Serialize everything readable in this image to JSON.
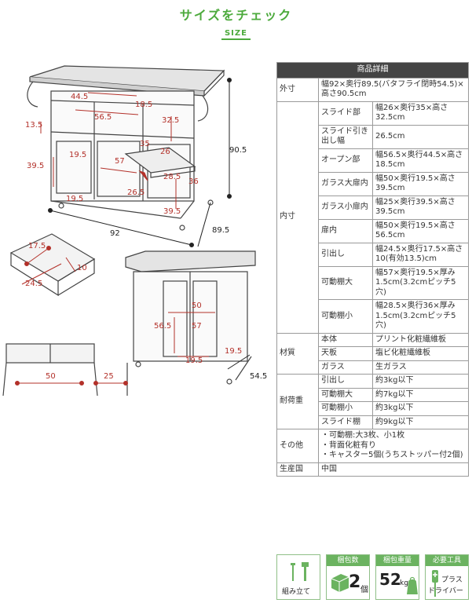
{
  "header": {
    "title": "サイズをチェック",
    "subtitle": "SIZE"
  },
  "diagram": {
    "main": {
      "total_width": "92",
      "total_depth": "89.5",
      "total_height": "90.5",
      "top_depth": "44.5",
      "top_height": "18.5",
      "top_width": "56.5",
      "drawer_height": "13.5",
      "slide_height": "32.5",
      "slide_width": "35",
      "slide_depth": "26",
      "glass_large_depth": "19.5",
      "glass_large_height": "39.5",
      "glass_large_width": "57",
      "small_depth": "28.5",
      "small_height": "36",
      "door_width": "26.5",
      "bottom_depth": "19.5",
      "bottom_right_height": "39.5"
    },
    "drawer": {
      "depth": "17.5",
      "height": "10",
      "width": "24.5"
    },
    "front_detail": {
      "width_left": "50",
      "width_right": "25"
    },
    "back": {
      "width": "50",
      "height": "56.5",
      "inner_height": "57",
      "depth_left": "19.5",
      "depth_right": "19.5",
      "total_depth": "54.5"
    }
  },
  "spec": {
    "caption": "商品詳細",
    "outer": {
      "label": "外寸",
      "value": "幅92×奥行89.5(バタフライ閉時54.5)×高さ90.5cm"
    },
    "inner": {
      "label": "内寸",
      "rows": [
        {
          "name": "スライド部",
          "value": "幅26×奥行35×高さ32.5cm"
        },
        {
          "name": "スライド引き出し幅",
          "value": "26.5cm"
        },
        {
          "name": "オープン部",
          "value": "幅56.5×奥行44.5×高さ18.5cm"
        },
        {
          "name": "ガラス大扉内",
          "value": "幅50×奥行19.5×高さ39.5cm"
        },
        {
          "name": "ガラス小扉内",
          "value": "幅25×奥行39.5×高さ39.5cm"
        },
        {
          "name": "扉内",
          "value": "幅50×奥行19.5×高さ56.5cm"
        },
        {
          "name": "引出し",
          "value": "幅24.5×奥行17.5×高さ10(有効13.5)cm"
        },
        {
          "name": "可動棚大",
          "value": "幅57×奥行19.5×厚み1.5cm(3.2cmピッチ5穴)"
        },
        {
          "name": "可動棚小",
          "value": "幅28.5×奥行36×厚み1.5cm(3.2cmピッチ5穴)"
        }
      ]
    },
    "material": {
      "label": "材質",
      "rows": [
        {
          "name": "本体",
          "value": "プリント化粧繊維板"
        },
        {
          "name": "天板",
          "value": "塩ビ化粧繊維板"
        },
        {
          "name": "ガラス",
          "value": "生ガラス"
        }
      ]
    },
    "load": {
      "label": "耐荷重",
      "rows": [
        {
          "name": "引出し",
          "value": "約3kg以下"
        },
        {
          "name": "可動棚大",
          "value": "約7kg以下"
        },
        {
          "name": "可動棚小",
          "value": "約3kg以下"
        },
        {
          "name": "スライド棚",
          "value": "約9kg以下"
        }
      ]
    },
    "other": {
      "label": "その他",
      "lines": [
        "・可動棚:大3枚、小1枚",
        "・背面化粧有り",
        "・キャスター5個(うちストッパー付2個)"
      ]
    },
    "origin": {
      "label": "生産国",
      "value": "中国"
    }
  },
  "icons": {
    "assembly": {
      "label": "組み立て"
    },
    "packages": {
      "title": "梱包数",
      "value": "2",
      "unit": "個"
    },
    "weight": {
      "title": "梱包重量",
      "value": "52",
      "unit": "kg"
    },
    "tools": {
      "title": "必要工具",
      "line1": "プラス",
      "line2": "ドライバー"
    }
  },
  "colors": {
    "accent": "#4caa3c",
    "dimension": "#b3312a",
    "table_header": "#444444"
  }
}
